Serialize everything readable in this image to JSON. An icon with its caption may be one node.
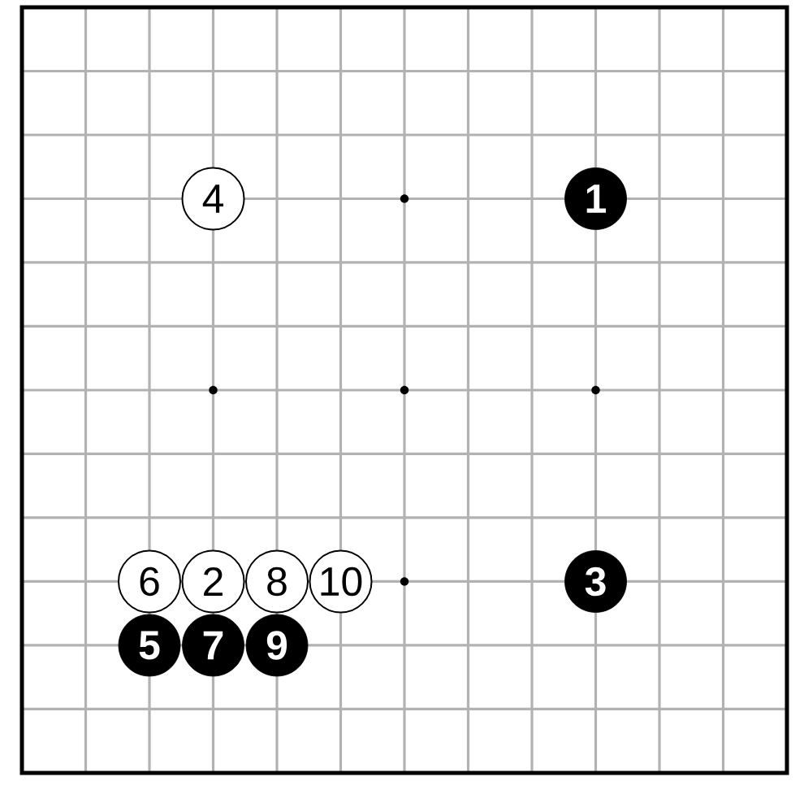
{
  "diagram": {
    "nodes": [
      {
        "text": [
          "4"
        ]
      },
      {
        "text": [
          "1"
        ]
      },
      {
        "text": [
          "6"
        ]
      },
      {
        "text": [
          "2"
        ]
      },
      {
        "text": [
          "8"
        ]
      },
      {
        "text": [
          "10"
        ]
      },
      {
        "text": [
          "3"
        ]
      },
      {
        "text": [
          "5"
        ]
      },
      {
        "text": [
          "7"
        ]
      },
      {
        "text": [
          "9"
        ]
      }
    ]
  }
}
